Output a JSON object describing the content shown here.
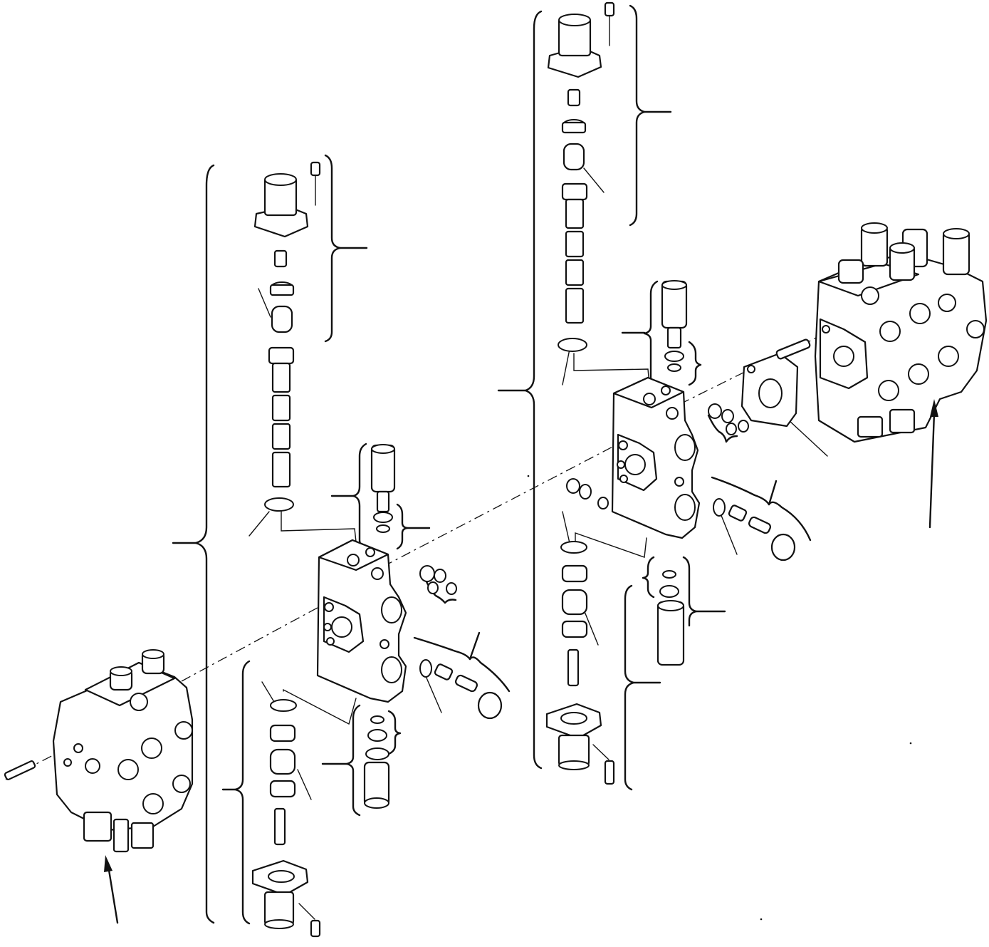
{
  "diagram": {
    "type": "exploded-parts-view",
    "text_labels": [],
    "colors": {
      "line": "#111111",
      "background": "#ffffff"
    },
    "groups": [
      {
        "name": "left-valve-section",
        "parts": [
          "end-cap-assembly-top",
          "spool",
          "o-ring",
          "valve-body",
          "check-valve",
          "relief-plug",
          "end-cap-assembly-bottom"
        ]
      },
      {
        "name": "right-valve-section",
        "parts": [
          "end-cap-assembly-top",
          "spool",
          "o-ring",
          "valve-body",
          "check-valve",
          "relief-plug",
          "gasket",
          "end-cap-assembly-bottom"
        ]
      }
    ],
    "assemblies": [
      "control-valve-left",
      "control-valve-right"
    ],
    "icons": [
      "arrow-icon",
      "brace-icon",
      "leader-line"
    ]
  }
}
